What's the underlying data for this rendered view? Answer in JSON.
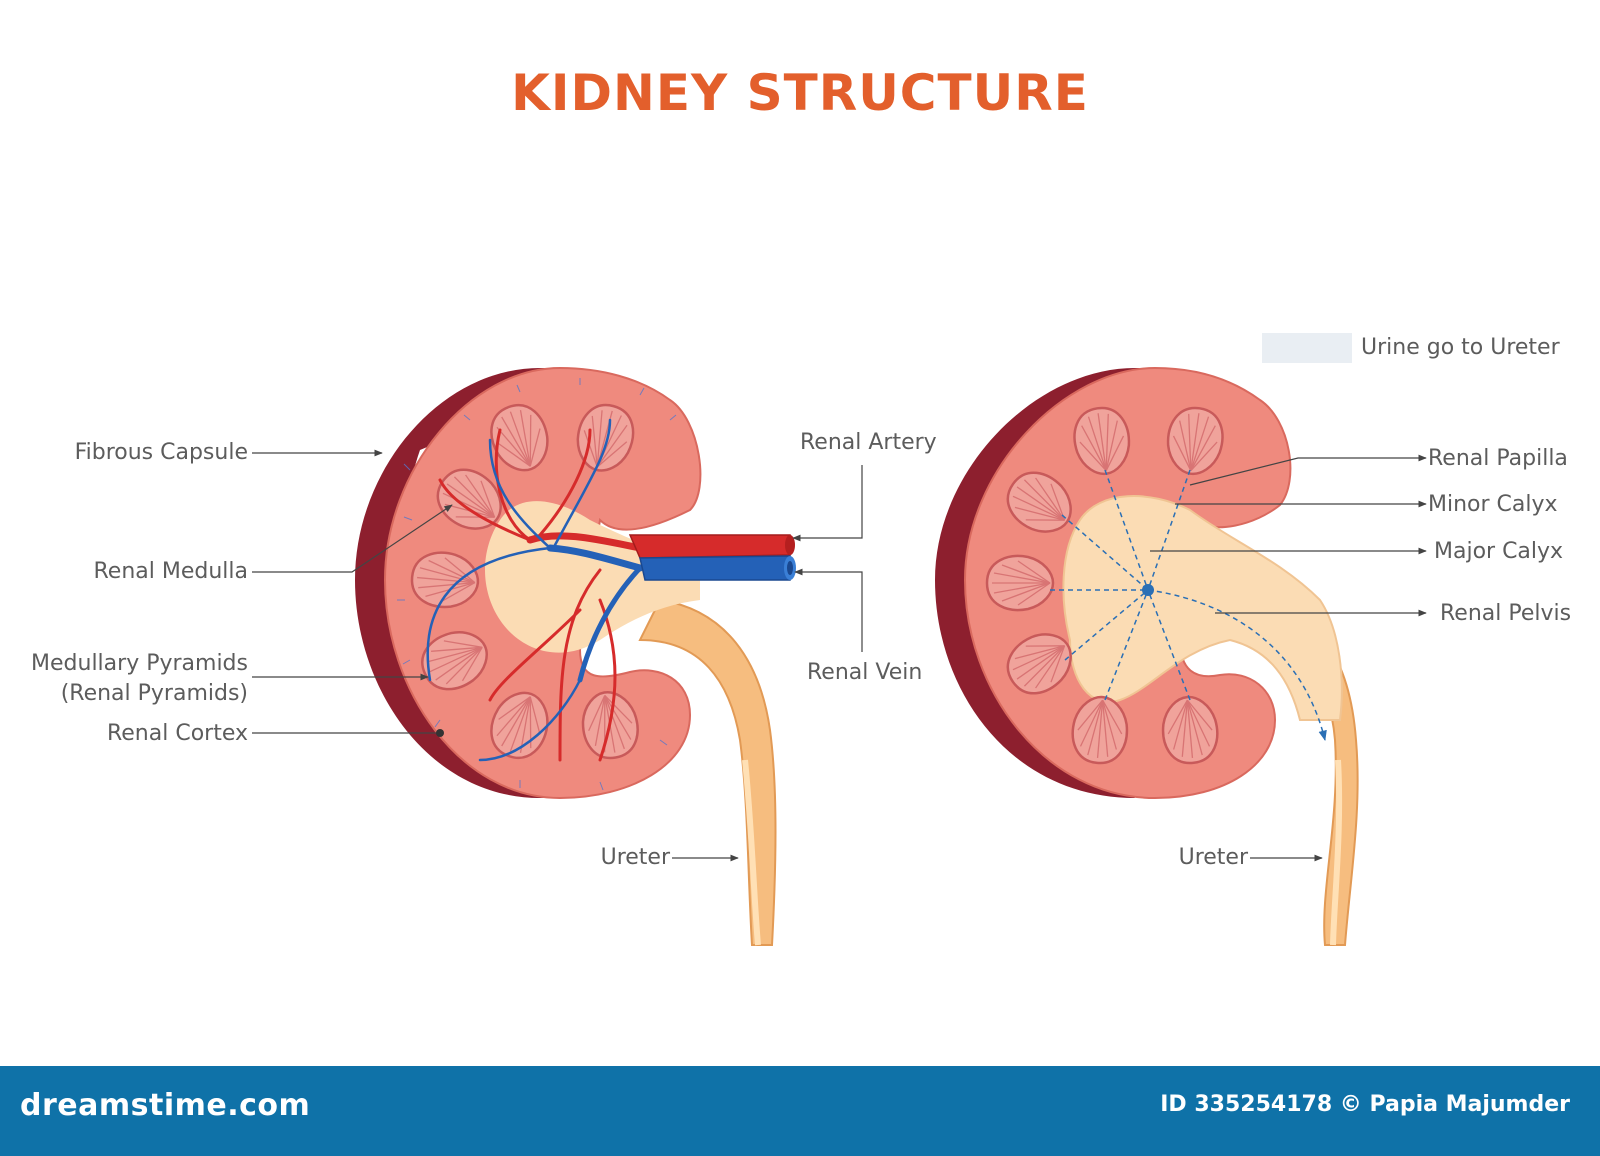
{
  "title": "KIDNEY STRUCTURE",
  "colors": {
    "title": "#e35f2c",
    "cortex": "#ef8a7e",
    "capsule": "#8d1f2e",
    "pyramid": "#f0a39b",
    "medulla": "#fbdcb4",
    "artery": "#d62b2b",
    "vein": "#2461b7",
    "ureter": "#f6bd7f",
    "footer": "#0f72a8"
  },
  "left_labels": {
    "fibrous_capsule": "Fibrous Capsule",
    "renal_medulla": "Renal Medulla",
    "medullary_pyramids_1": "Medullary Pyramids",
    "medullary_pyramids_2": "(Renal Pyramids)",
    "renal_cortex": "Renal Cortex",
    "renal_artery": "Renal Artery",
    "renal_vein": "Renal Vein",
    "ureter": "Ureter"
  },
  "right_labels": {
    "legend": "Urine go to Ureter",
    "renal_papilla": "Renal Papilla",
    "minor_calyx": "Minor Calyx",
    "major_calyx": "Major Calyx",
    "renal_pelvis": "Renal Pelvis",
    "ureter": "Ureter"
  },
  "footer": {
    "site": "dreamstime.com",
    "credit": "ID 335254178 © Papia Majumder"
  }
}
